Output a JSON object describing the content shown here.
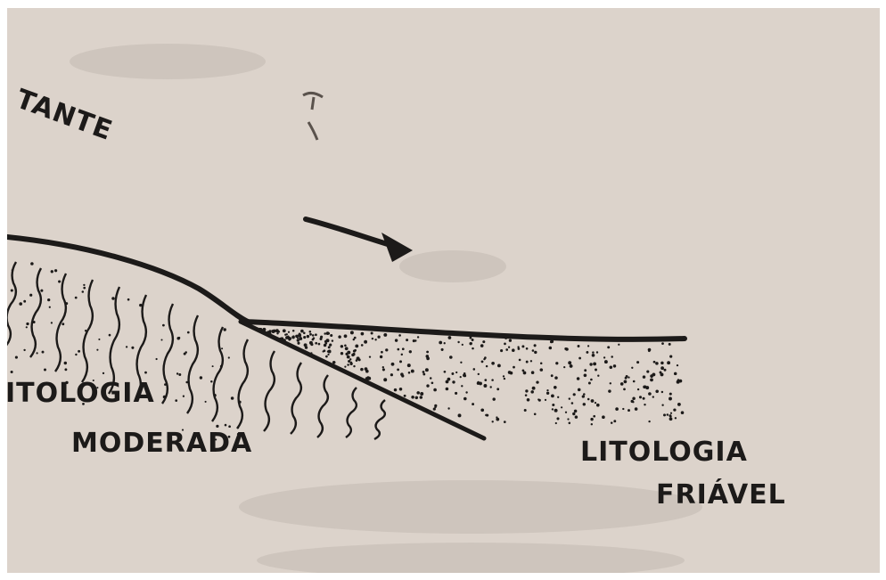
{
  "labels": {
    "top_left": "TANTE",
    "left_layer_line1": "ITOLOGIA",
    "left_layer_line2": "MODERADA",
    "right_layer_line1": "LITOLOGIA",
    "right_layer_line2": "FRIÁVEL"
  },
  "colors": {
    "paper": "#dcd3cb",
    "ink": "#1c1a19"
  }
}
